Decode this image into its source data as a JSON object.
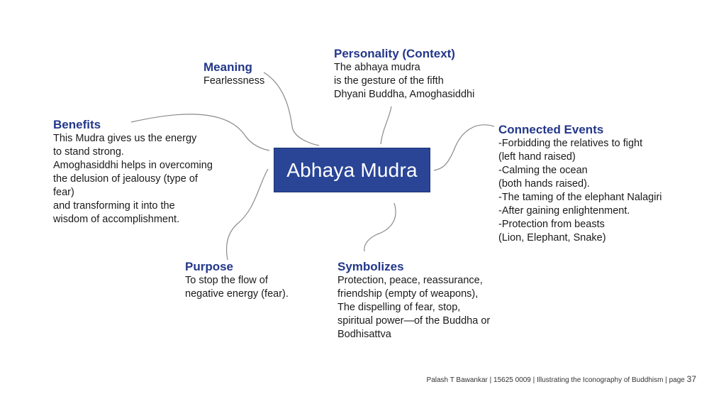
{
  "center": {
    "title": "Abhaya Mudra"
  },
  "nodes": {
    "meaning": {
      "title": "Meaning",
      "lines": [
        "Fearlessness"
      ]
    },
    "personality": {
      "title": "Personality (Context)",
      "lines": [
        "The abhaya mudra",
        "is the gesture of the fifth",
        "Dhyani Buddha, Amoghasiddhi"
      ]
    },
    "benefits": {
      "title": "Benefits",
      "lines": [
        "This Mudra gives us the energy",
        "to stand strong.",
        "Amoghasiddhi helps in overcoming",
        "the delusion of jealousy (type of",
        "fear)",
        "and transforming it into the",
        "wisdom of accomplishment."
      ]
    },
    "connected": {
      "title": "Connected Events",
      "lines": [
        "-Forbidding the relatives to fight",
        "(left hand raised)",
        "-Calming the ocean",
        "(both hands raised).",
        "-The taming of the elephant Nalagiri",
        "-After gaining enlightenment.",
        "-Protection from beasts",
        "(Lion, Elephant, Snake)"
      ]
    },
    "purpose": {
      "title": "Purpose",
      "lines": [
        "To stop the flow of",
        "negative energy (fear)."
      ]
    },
    "symbolizes": {
      "title": "Symbolizes",
      "lines": [
        "Protection, peace, reassurance,",
        "friendship (empty of weapons),",
        "The dispelling of fear, stop,",
        "spiritual power—of the Buddha or",
        "Bodhisattva"
      ]
    }
  },
  "footer": {
    "text": "Palash T Bawankar  |  15625 0009  |  Illustrating the Iconography of Buddhism  |  page ",
    "page": "37"
  },
  "colors": {
    "heading": "#23378a",
    "center_fill": "#2a4596",
    "connector": "#8a8a8a"
  }
}
